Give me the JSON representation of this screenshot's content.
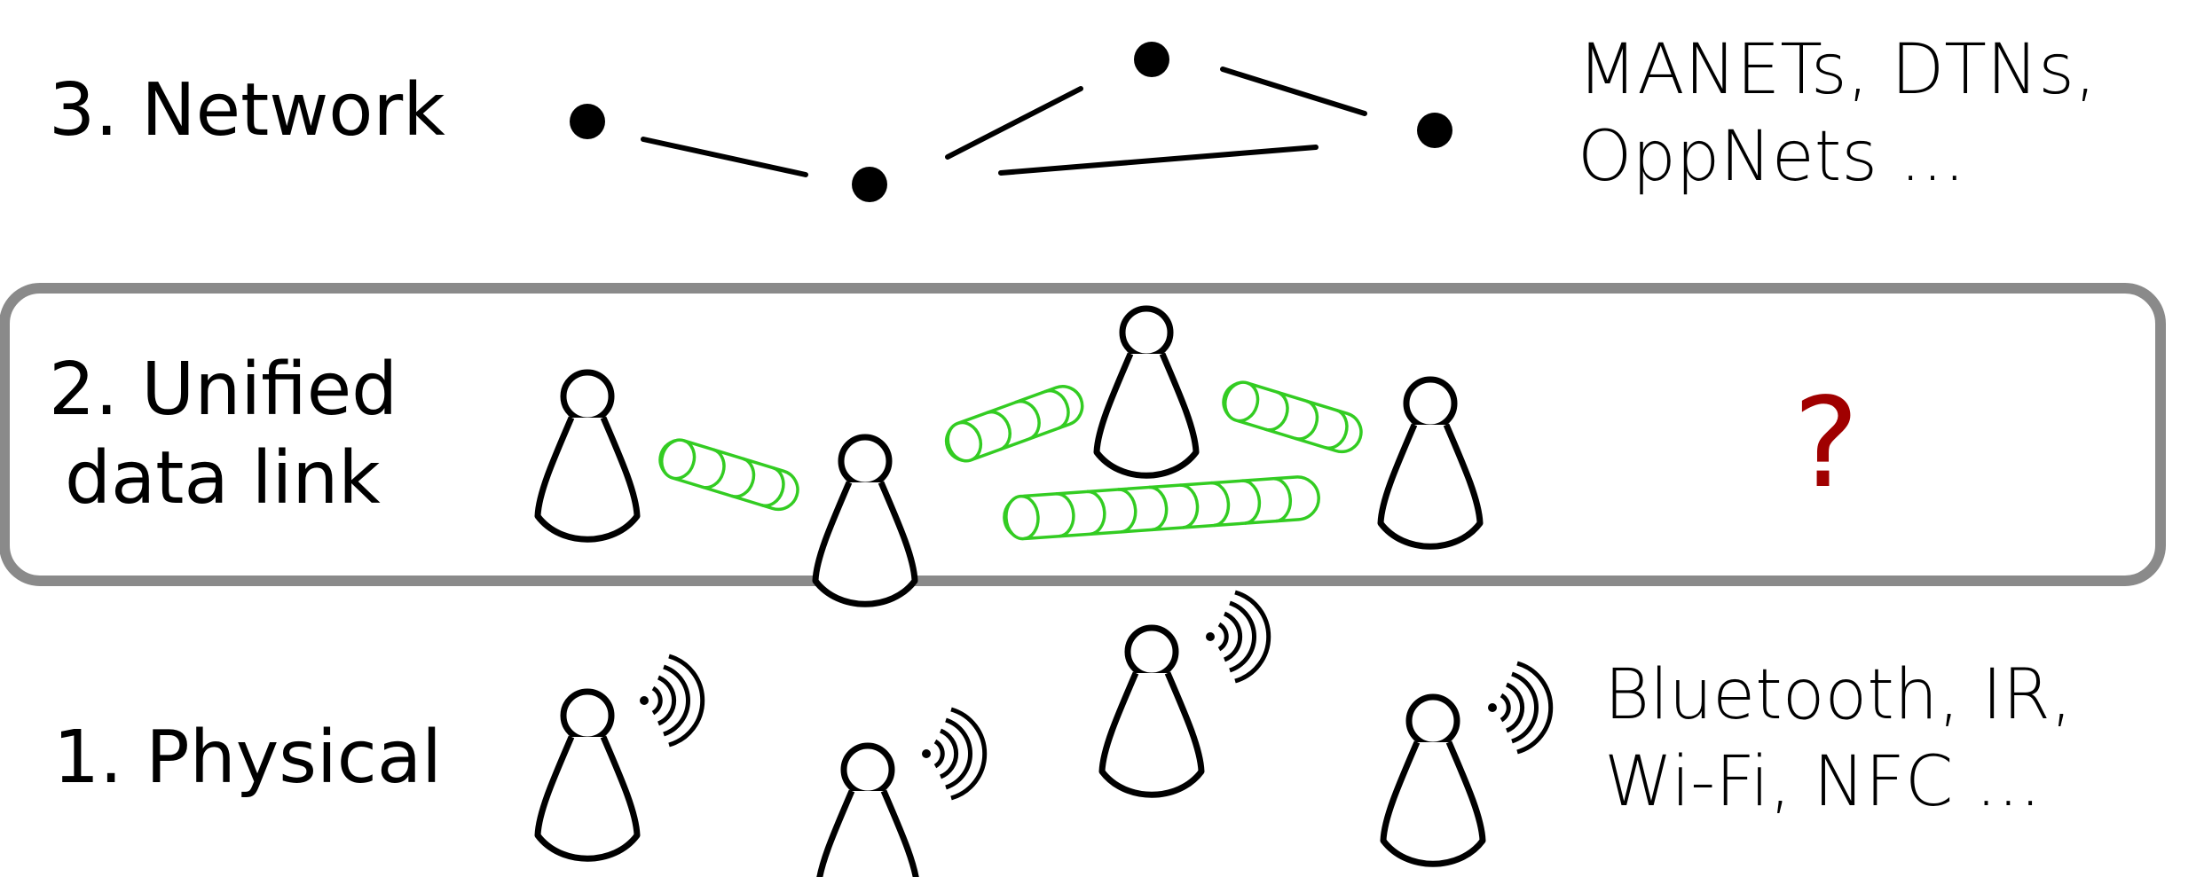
{
  "layers": {
    "network": {
      "label": "3. Network",
      "examples": [
        "MANETs, DTNs,",
        "OppNets ..."
      ]
    },
    "datalink": {
      "label_lines": [
        "2. Unified",
        "data link"
      ],
      "placeholder": "?"
    },
    "physical": {
      "label": "1. Physical",
      "examples": [
        "Bluetooth, IR,",
        "Wi-Fi, NFC ..."
      ]
    }
  },
  "colors": {
    "node": "#000000",
    "box_border": "#8a8a8a",
    "link_tube": "#33cc22",
    "question": "#a00000"
  },
  "icons": [
    "node-dot",
    "person-icon",
    "link-tube",
    "wireless-signal-icon"
  ]
}
